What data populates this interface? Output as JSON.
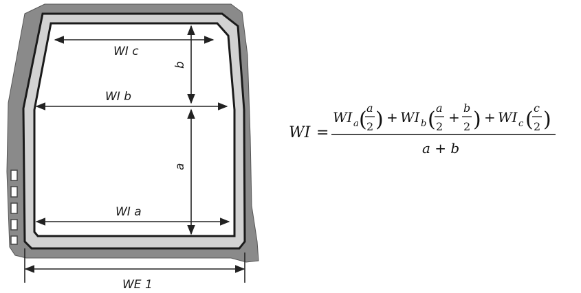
{
  "diagram": {
    "labels": {
      "wi_c": "WI c",
      "wi_b": "WI b",
      "wi_a": "WI a",
      "we_1": "WE 1",
      "dim_a": "a",
      "dim_b": "b"
    }
  },
  "formula": {
    "lhs": "WI",
    "equals": "=",
    "numerator": {
      "t1_base": "WI",
      "t1_sub": "a",
      "t1_frac_num": "a",
      "t1_frac_den": "2",
      "plus1": "+",
      "t2_base": "WI",
      "t2_sub": "b",
      "t2_frac1_num": "a",
      "t2_frac1_den": "2",
      "t2_inner_plus": "+",
      "t2_frac2_num": "b",
      "t2_frac2_den": "2",
      "plus2": "+",
      "t3_base": "WI",
      "t3_sub": "c",
      "t3_frac_num": "c",
      "t3_frac_den": "2"
    },
    "denominator": "a + b"
  },
  "colors": {
    "body_dark": "#8a8a8a",
    "seal_light": "#cfcfcf",
    "outline": "#1a1a1a",
    "dimension": "#222222"
  }
}
